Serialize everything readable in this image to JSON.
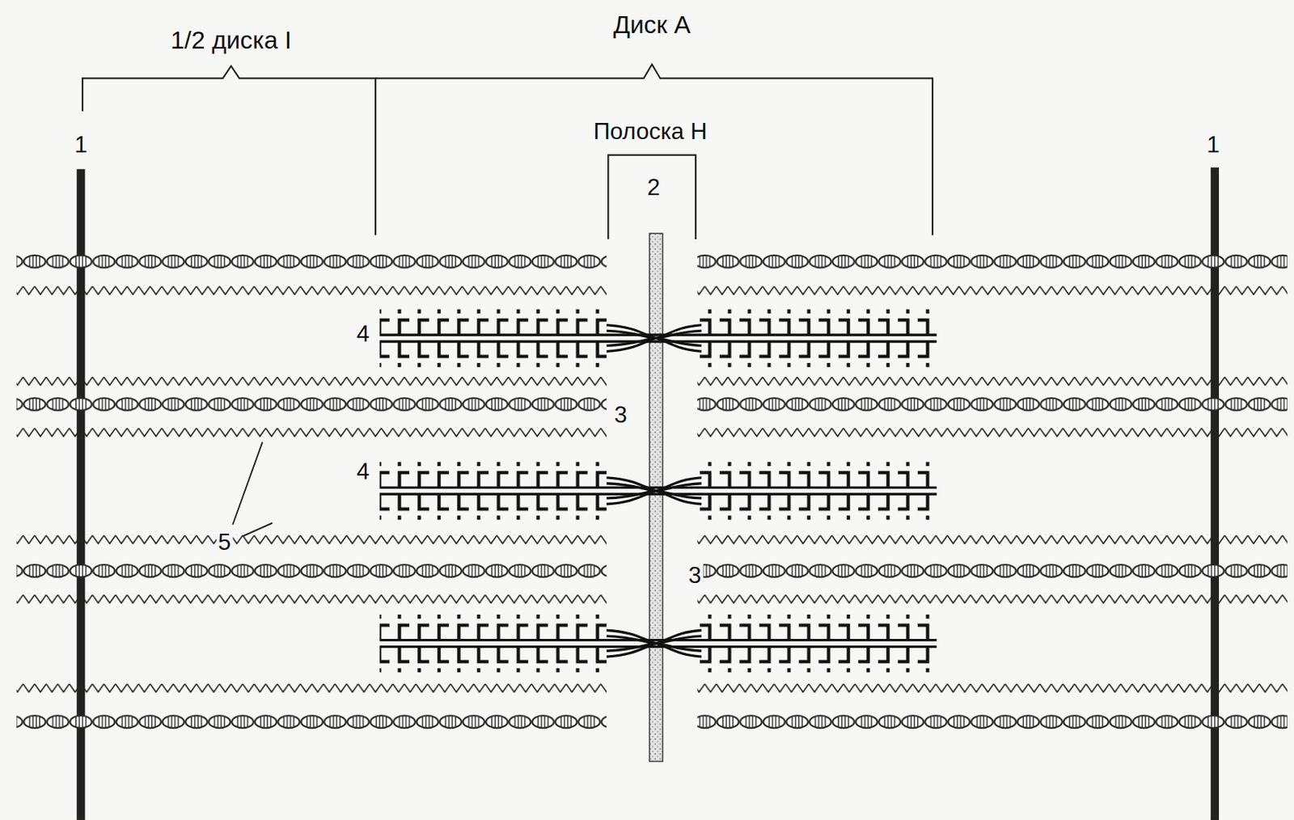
{
  "diagram": {
    "labels": [
      "1/2 диска I",
      "Диск А",
      "Полоска Н",
      "1",
      "1",
      "2",
      "3",
      "3",
      "4",
      "4",
      "5"
    ]
  }
}
